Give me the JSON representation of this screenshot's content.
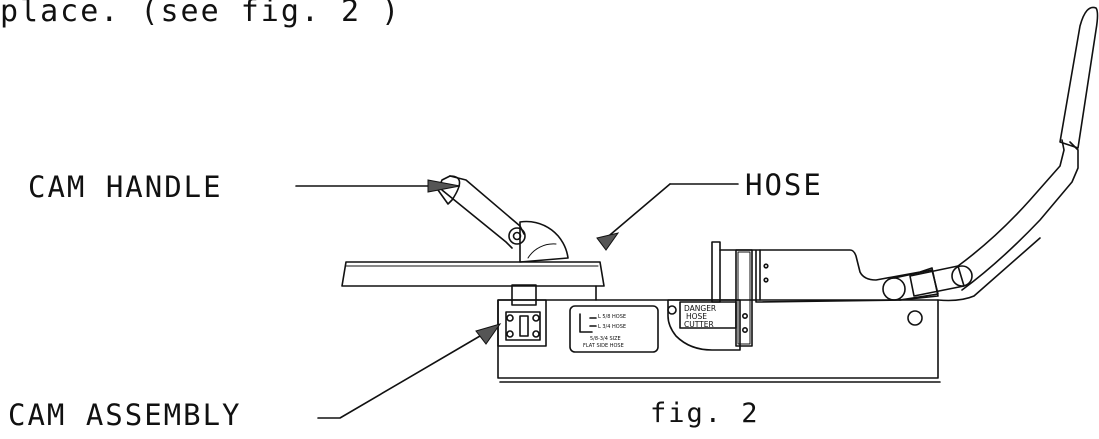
{
  "caption": "place. (see fig. 2 )",
  "labels": {
    "hose": "HOSE",
    "cam_handle": "CAM HANDLE",
    "cam_assembly": "CAM ASSEMBLY"
  },
  "figure_label": "fig. 2",
  "plate": {
    "line1": "L 5/8 HOSE",
    "line2": "L 3/4 HOSE",
    "line3": "5/8-3/4 SIZE",
    "line4": "FLAT SIDE HOSE"
  },
  "warning": {
    "line1": "DANGER",
    "line2": "HOSE",
    "line3": "CUTTER"
  }
}
